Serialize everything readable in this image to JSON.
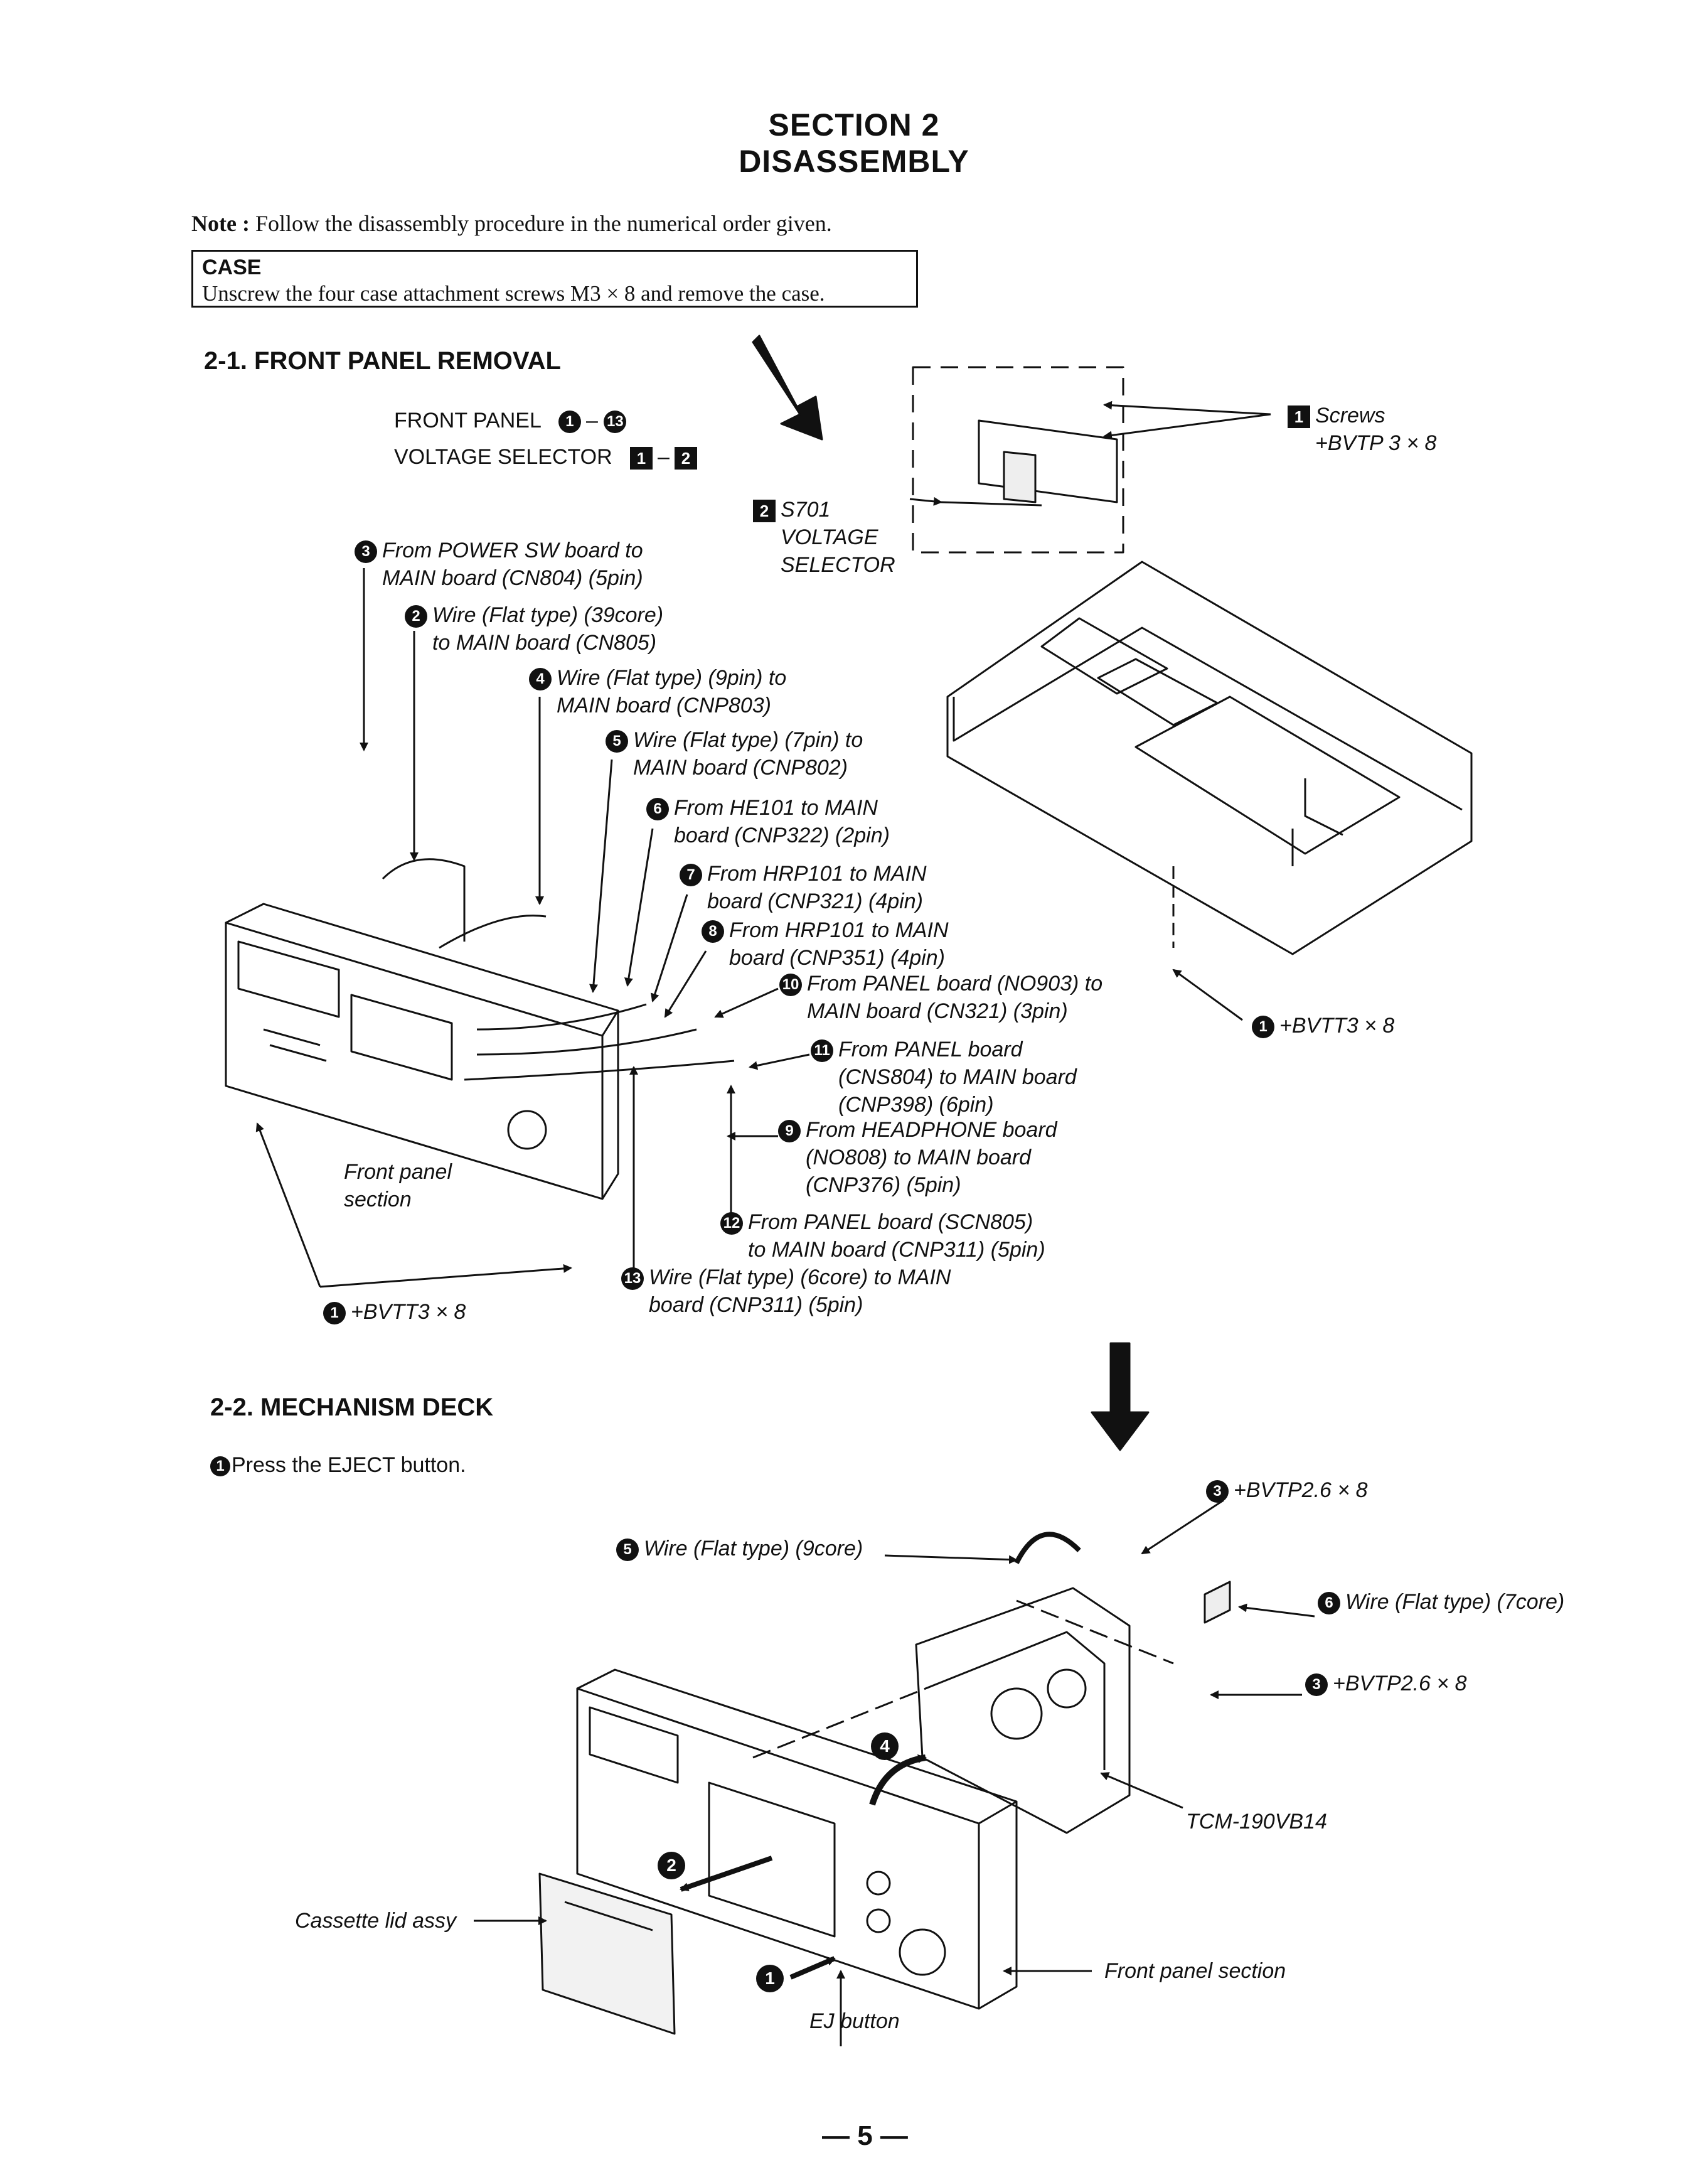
{
  "header": {
    "section": "SECTION 2",
    "title": "DISASSEMBLY"
  },
  "note": {
    "label": "Note :",
    "text": "Follow the disassembly procedure in the numerical order given."
  },
  "case": {
    "heading": "CASE",
    "text": "Unscrew the four case attachment screws M3 × 8 and remove the case."
  },
  "front_panel": {
    "heading": "2-1. FRONT PANEL REMOVAL",
    "fp_label": "FRONT PANEL",
    "fp_range": [
      "1",
      "13"
    ],
    "vs_label": "VOLTAGE SELECTOR",
    "vs_range": [
      "1",
      "2"
    ],
    "screws": {
      "num": "1",
      "text1": "Screws",
      "text2": "+BVTP 3 × 8"
    },
    "s701": {
      "num": "2",
      "text1": "S701",
      "text2": "VOLTAGE",
      "text3": "SELECTOR"
    },
    "callouts": [
      {
        "num": "3",
        "l1": "From POWER SW board  to",
        "l2": "MAIN board (CN804) (5pin)"
      },
      {
        "num": "2",
        "l1": "Wire (Flat type) (39core)",
        "l2": "to MAIN board (CN805)"
      },
      {
        "num": "4",
        "l1": "Wire (Flat type) (9pin) to",
        "l2": "MAIN board (CNP803)"
      },
      {
        "num": "5",
        "l1": "Wire (Flat type) (7pin) to",
        "l2": "MAIN board (CNP802)"
      },
      {
        "num": "6",
        "l1": "From HE101 to MAIN",
        "l2": "board (CNP322) (2pin)"
      },
      {
        "num": "7",
        "l1": "From HRP101 to MAIN",
        "l2": "board (CNP321) (4pin)"
      },
      {
        "num": "8",
        "l1": "From HRP101 to MAIN",
        "l2": "board (CNP351) (4pin)"
      },
      {
        "num": "10",
        "l1": "From PANEL board (NO903) to",
        "l2": "MAIN board (CN321) (3pin)"
      },
      {
        "num": "11",
        "l1": "From PANEL board",
        "l2": "(CNS804) to MAIN board",
        "l3": "(CNP398) (6pin)"
      },
      {
        "num": "9",
        "l1": "From HEADPHONE board",
        "l2": "(NO808) to MAIN board",
        "l3": "(CNP376) (5pin)"
      },
      {
        "num": "12",
        "l1": "From PANEL board (SCN805)",
        "l2": "to MAIN board (CNP311) (5pin)"
      },
      {
        "num": "13",
        "l1": "Wire (Flat type) (6core) to MAIN",
        "l2": "board (CNP311) (5pin)"
      }
    ],
    "bvtt_right": {
      "num": "1",
      "text": "+BVTT3 × 8"
    },
    "bvtt_left": {
      "num": "1",
      "text": "+BVTT3 × 8"
    },
    "front_panel_section": {
      "l1": "Front panel",
      "l2": "section"
    }
  },
  "mech_deck": {
    "heading": "2-2. MECHANISM DECK",
    "step1": {
      "num": "1",
      "text": "Press the EJECT button."
    },
    "bvtp_top": {
      "num": "3",
      "text": "+BVTP2.6 × 8"
    },
    "wire9": {
      "num": "5",
      "text": "Wire (Flat type) (9core)"
    },
    "wire7": {
      "num": "6",
      "text": "Wire (Flat type) (7core)"
    },
    "bvtp_mid": {
      "num": "3",
      "text": "+BVTP2.6 × 8"
    },
    "step4": "4",
    "tcm": "TCM-190VB14",
    "step2": "2",
    "cassette_lid": "Cassette lid assy",
    "step1_marker": "1",
    "front_panel_section": "Front panel section",
    "ej_button": "EJ button"
  },
  "footer": {
    "page": "— 5 —"
  }
}
